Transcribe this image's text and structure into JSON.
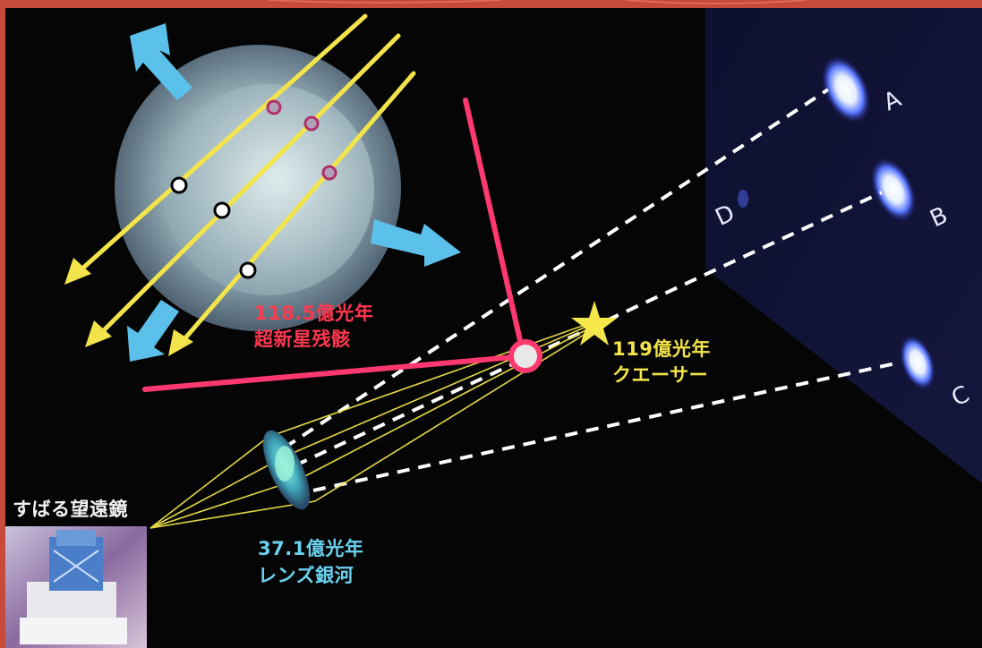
{
  "supernova": {
    "distance": "118.5億光年",
    "name": "超新星残骸"
  },
  "quasar": {
    "distance": "119億光年",
    "name": "クエーサー"
  },
  "lens_galaxy": {
    "distance": "37.1億光年",
    "name": "レンズ銀河"
  },
  "telescope": {
    "name": "すばる望遠鏡"
  },
  "images": {
    "a": "A",
    "b": "B",
    "c": "C",
    "d": "D"
  },
  "colors": {
    "light_ray": "#f2e44a",
    "expansion_arrow": "#5bc0ea",
    "sightline": "#ff3870",
    "dashed_path": "#ffffff",
    "background": "#050505",
    "frame": "#c84a3a"
  },
  "icons": [
    "expansion-arrow-icon",
    "star-icon",
    "telescope-icon",
    "lens-galaxy-icon"
  ]
}
